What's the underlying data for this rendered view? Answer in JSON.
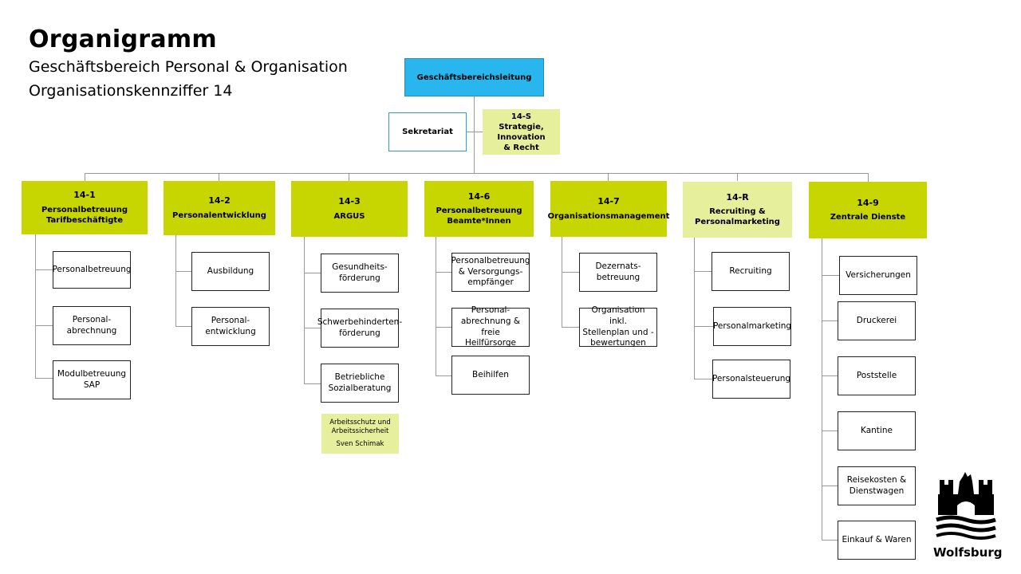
{
  "header": {
    "title": "Organigramm",
    "subtitle1": "Geschäftsbereich Personal & Organisation",
    "subtitle2": "Organisationskennziffer 14"
  },
  "lead": {
    "label": "Geschäftsbereichsleitung"
  },
  "sekretariat": {
    "label": "Sekretariat"
  },
  "staff": {
    "code": "14-S",
    "line1": "Strategie, Innovation",
    "line2": "& Recht"
  },
  "departments": [
    {
      "code": "14-1",
      "line1": "Personalbetreuung",
      "line2": "Tarifbeschäftigte",
      "units": [
        {
          "l1": "Personalbetreuung",
          "l2": ""
        },
        {
          "l1": "Personal-",
          "l2": "abrechnung"
        },
        {
          "l1": "Modulbetreuung",
          "l2": "SAP"
        }
      ]
    },
    {
      "code": "14-2",
      "line1": "Personalentwicklung",
      "line2": "",
      "units": [
        {
          "l1": "Ausbildung",
          "l2": ""
        },
        {
          "l1": "Personal-",
          "l2": "entwicklung"
        }
      ]
    },
    {
      "code": "14-3",
      "line1": "ARGUS",
      "line2": "",
      "units": [
        {
          "l1": "Gesundheits-",
          "l2": "förderung"
        },
        {
          "l1": "Schwerbehinderten-",
          "l2": "förderung"
        },
        {
          "l1": "Betriebliche",
          "l2": "Sozialberatung"
        }
      ],
      "note": {
        "l1": "Arbeitsschutz und",
        "l2": "Arbeitssicherheit",
        "l3": "Sven Schimak"
      }
    },
    {
      "code": "14-6",
      "line1": "Personalbetreuung",
      "line2": "Beamte*Innen",
      "units": [
        {
          "l1": "Personalbetreuung",
          "l2": "& Versorgungs-",
          "l3": "empfänger"
        },
        {
          "l1": "Personal-",
          "l2": "abrechnung & freie",
          "l3": "Heilfürsorge"
        },
        {
          "l1": "Beihilfen",
          "l2": ""
        }
      ]
    },
    {
      "code": "14-7",
      "line1": "Organisationsmanagement",
      "line2": "",
      "units": [
        {
          "l1": "Dezernats-",
          "l2": "betreuung"
        },
        {
          "l1": "Organisation inkl.",
          "l2": "Stellenplan und -",
          "l3": "bewertungen"
        }
      ]
    },
    {
      "code": "14-R",
      "line1": "Recruiting &",
      "line2": "Personalmarketing",
      "units": [
        {
          "l1": "Recruiting",
          "l2": ""
        },
        {
          "l1": "Personalmarketing",
          "l2": ""
        },
        {
          "l1": "Personalsteuerung",
          "l2": ""
        }
      ]
    },
    {
      "code": "14-9",
      "line1": "Zentrale Dienste",
      "line2": "",
      "units": [
        {
          "l1": "Versicherungen",
          "l2": ""
        },
        {
          "l1": "Druckerei",
          "l2": ""
        },
        {
          "l1": "Poststelle",
          "l2": ""
        },
        {
          "l1": "Kantine",
          "l2": ""
        },
        {
          "l1": "Reisekosten &",
          "l2": "Dienstwagen"
        },
        {
          "l1": "Einkauf & Waren",
          "l2": ""
        }
      ]
    }
  ],
  "logo": {
    "name": "Wolfsburg",
    "icon": "wolfsburg-castle-wolf-icon"
  }
}
